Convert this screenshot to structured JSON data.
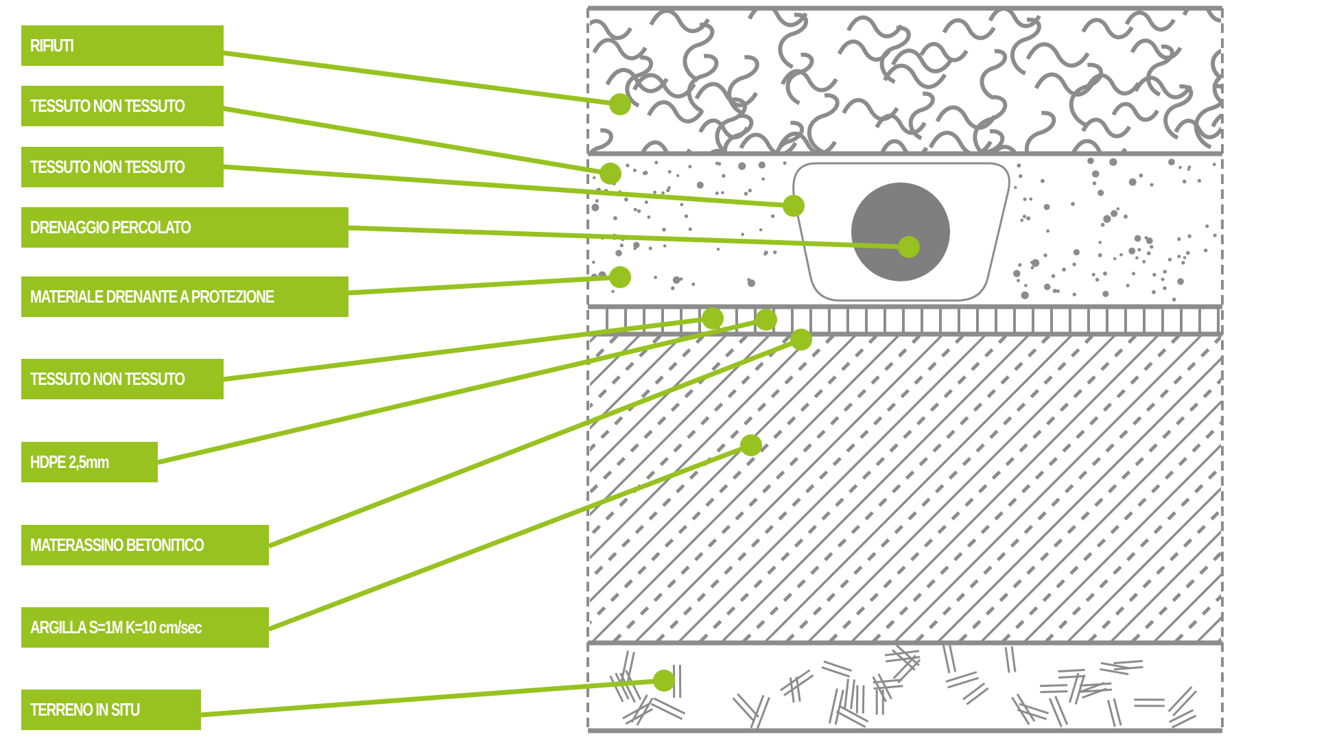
{
  "diagram": {
    "title": "Stratigrafia discarica",
    "colors": {
      "accent": "#97c21f",
      "hatch": "#8c8c8c",
      "pipe": "#7f7f7f",
      "label_text": "#ffffff"
    },
    "layers": [
      {
        "id": "rifiuti",
        "pattern": "wavy-fibers"
      },
      {
        "id": "materiale-drenante",
        "pattern": "dots"
      },
      {
        "id": "geomembrana",
        "pattern": "vertical-hatch"
      },
      {
        "id": "argilla",
        "pattern": "diagonal-hatch-dashed"
      },
      {
        "id": "terreno",
        "pattern": "double-dashes"
      }
    ],
    "labels": [
      {
        "text": "RIFIUTI",
        "target_layer": "rifiuti"
      },
      {
        "text": "TESSUTO NON TESSUTO",
        "target_layer": "interface-rifiuti-drenante"
      },
      {
        "text": "TESSUTO NON TESSUTO",
        "target_layer": "pipe-wrap"
      },
      {
        "text": "DRENAGGIO PERCOLATO",
        "target_layer": "pipe"
      },
      {
        "text": "MATERIALE DRENANTE A PROTEZIONE",
        "target_layer": "materiale-drenante"
      },
      {
        "text": "TESSUTO NON TESSUTO",
        "target_layer": "geomembrana"
      },
      {
        "text": "HDPE 2,5mm",
        "target_layer": "geomembrana"
      },
      {
        "text": "MATERASSINO BETONITICO",
        "target_layer": "interface-geomembrana-argilla"
      },
      {
        "text": "ARGILLA S=1M K=10 cm/sec",
        "target_layer": "argilla"
      },
      {
        "text": "TERRENO IN SITU",
        "target_layer": "terreno"
      }
    ]
  }
}
